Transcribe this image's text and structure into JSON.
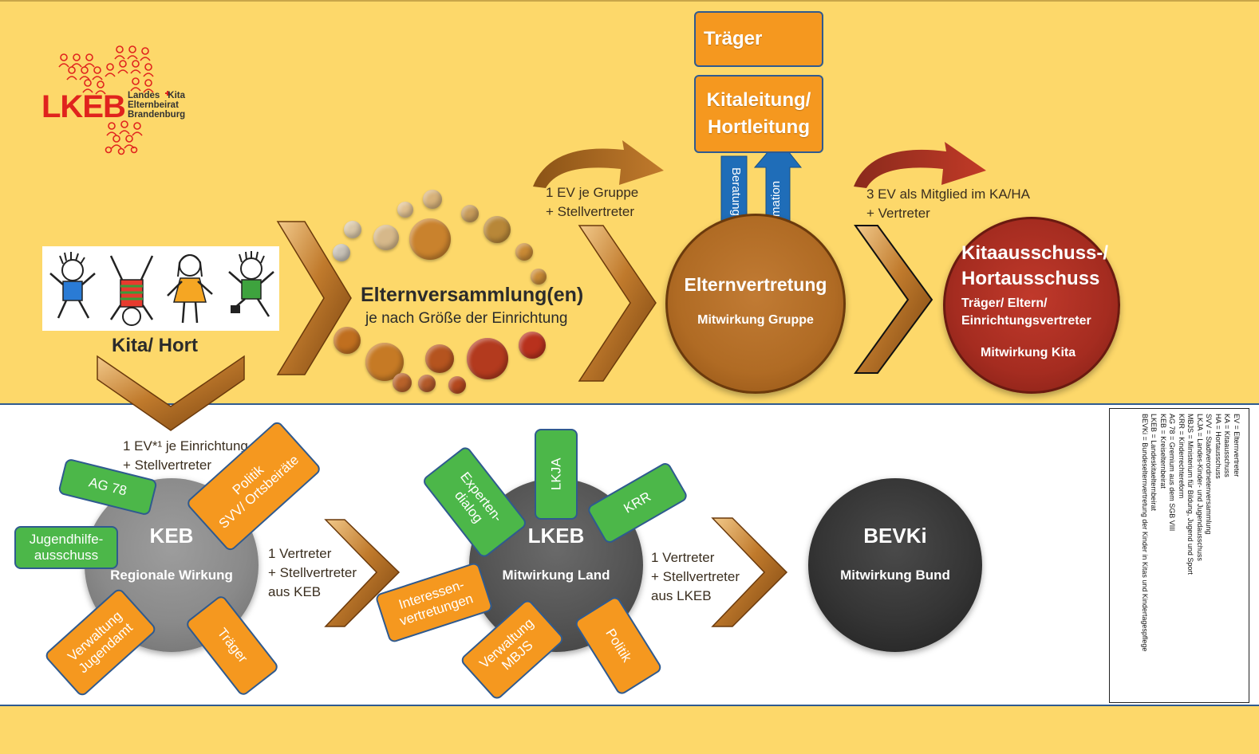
{
  "logo": {
    "short": "LKEB",
    "line1": "Landes",
    "line1b": "Kita",
    "line2": "Elternbeirat",
    "line3": "Brandenburg"
  },
  "kita": {
    "label": "Kita/ Hort"
  },
  "elternversammlung": {
    "title": "Elternversammlung(en)",
    "subtitle": "je nach Größe der Einrichtung"
  },
  "arrow1": {
    "label_line1": "1 EV je Gruppe",
    "label_line2": "+ Stellvertreter"
  },
  "traeger": {
    "label": "Träger"
  },
  "kitaleitung": {
    "line1": "Kitaleitung/",
    "line2": "Hortleitung"
  },
  "vertical_arrows": {
    "left": "Beratung",
    "right": "Information"
  },
  "elternvertretung": {
    "title": "Elternvertretung",
    "subtitle": "Mitwirkung Gruppe"
  },
  "arrow2": {
    "label_line1": "3 EV als Mitglied im KA/HA",
    "label_line2": "+ Vertreter"
  },
  "kitaausschuss": {
    "line1": "Kitaausschuss-/",
    "line2": "Hortausschuss",
    "line3": "Träger/ Eltern/",
    "line4": "Einrichtungsvertreter",
    "line5": "Mitwirkung Kita"
  },
  "down_arrow": {
    "label_line1": "1 EV*¹ je Einrichtung",
    "label_line2": "+ Stellvertreter"
  },
  "keb": {
    "title": "KEB",
    "subtitle": "Regionale Wirkung",
    "tags": {
      "ag78": "AG 78",
      "politik_l1": "Politik",
      "politik_l2": "SVV/ Ortsbeiräte",
      "jugend_l1": "Jugendhilfe-",
      "jugend_l2": "ausschuss",
      "verw_l1": "Verwaltung",
      "verw_l2": "Jugendamt",
      "traeger": "Träger"
    }
  },
  "arrow3": {
    "line1": "1 Vertreter",
    "line2": "+ Stellvertreter",
    "line3": "aus KEB"
  },
  "lkeb": {
    "title": "LKEB",
    "subtitle": "Mitwirkung Land",
    "tags": {
      "experten_l1": "Experten-",
      "experten_l2": "dialog",
      "lkja": "LKJA",
      "krr": "KRR",
      "interessen_l1": "Interessen-",
      "interessen_l2": "vertretungen",
      "verw_l1": "Verwaltung",
      "verw_l2": "MBJS",
      "politik": "Politik"
    }
  },
  "arrow4": {
    "line1": "1 Vertreter",
    "line2": "+ Stellvertreter",
    "line3": "aus LKEB"
  },
  "bevki": {
    "title": "BEVKi",
    "subtitle": "Mitwirkung Bund"
  },
  "legend": [
    "EV = Elternvertreter",
    "KA = Kitaausschuss",
    "HA = Hortausschuss",
    "SVV = Stadtverordnetenversammlung",
    "LKJA = Landes-Kinder- und Jugendausschuss",
    "MBJS = Ministerium für Bildung, Jugend und Sport",
    "KRR = Kinderrechtereform",
    "AG 78 = Gremium aus dem SGB VIII",
    "KEB = Kreiselternbeirat",
    "LKEB = Landeskitaelternbeirat",
    "BEVKi = Bundeselternvertretung der Kinder in Kitas und Kindertagespflege"
  ],
  "colors": {
    "background": "#fdd86a",
    "orange": "#f5981f",
    "green": "#4cb749",
    "blue_arrow": "#1f6db8",
    "brown_circle": "#b06b24",
    "red_circle": "#a52c20",
    "logo_red": "#e0231d"
  }
}
